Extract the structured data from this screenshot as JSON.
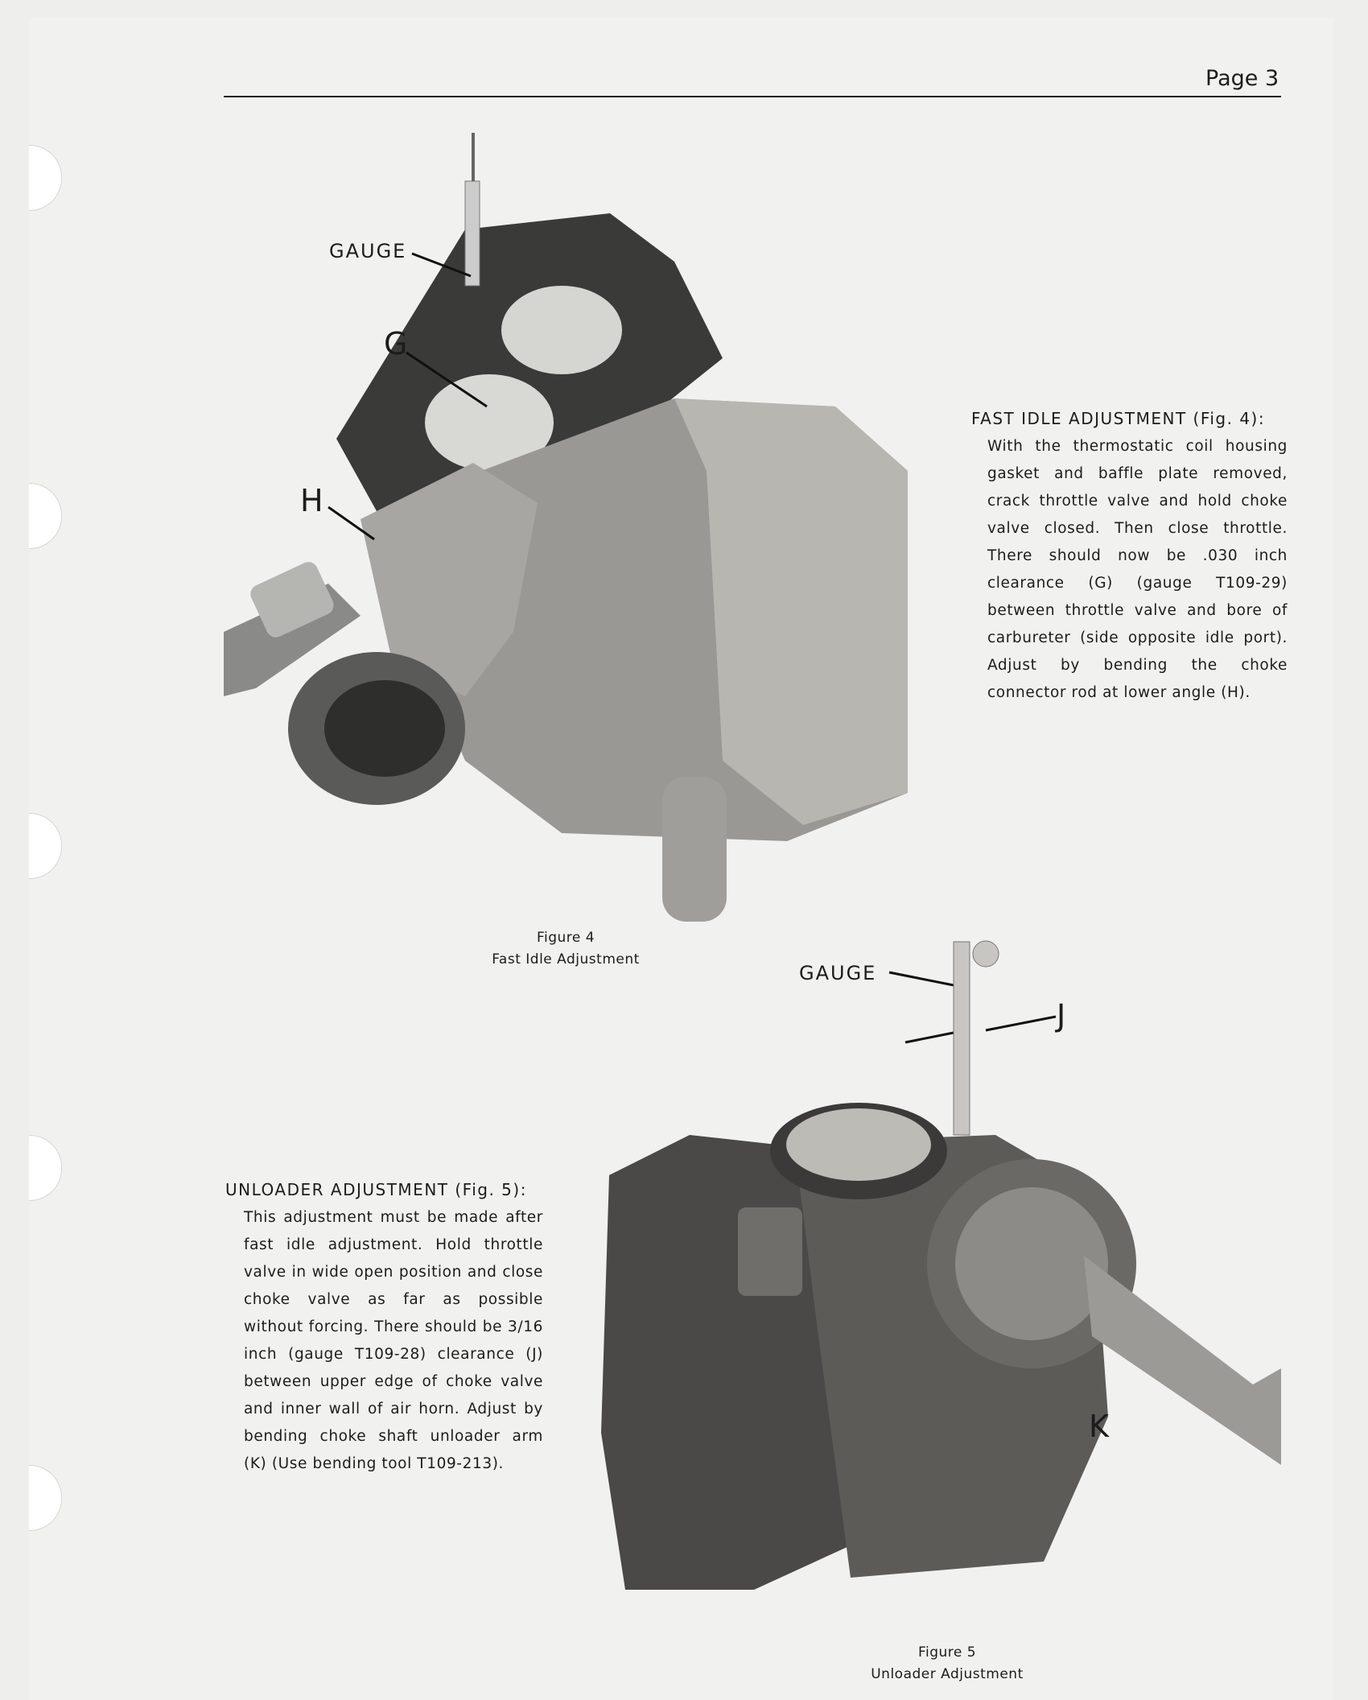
{
  "page_number": "Page 3",
  "figure4": {
    "caption_number": "Figure 4",
    "caption_title": "Fast Idle Adjustment",
    "labels": {
      "gauge": "GAUGE",
      "g": "G",
      "h": "H"
    }
  },
  "fast_idle": {
    "heading": "FAST IDLE ADJUSTMENT (Fig. 4):",
    "body": "With the thermostatic coil housing gasket and baffle plate removed, crack throttle valve and hold choke valve closed. Then close throttle. There should now be .030 inch clearance (G) (gauge T109-29) between throttle valve and bore of carbureter (side opposite idle port). Adjust by bending the choke connector rod at lower angle (H)."
  },
  "unloader": {
    "heading": "UNLOADER ADJUSTMENT (Fig. 5):",
    "body": "This adjustment must be made after fast idle adjustment. Hold throttle valve in wide open position and close choke valve as far as possible without forcing. There should be 3/16 inch (gauge T109-28) clearance (J) between upper edge of choke valve and inner wall of air horn. Adjust by bending choke shaft unloader arm (K) (Use bending tool T109-213)."
  },
  "figure5": {
    "caption_number": "Figure 5",
    "caption_title": "Unloader Adjustment",
    "labels": {
      "gauge": "GAUGE",
      "j": "J",
      "k": "K"
    }
  }
}
